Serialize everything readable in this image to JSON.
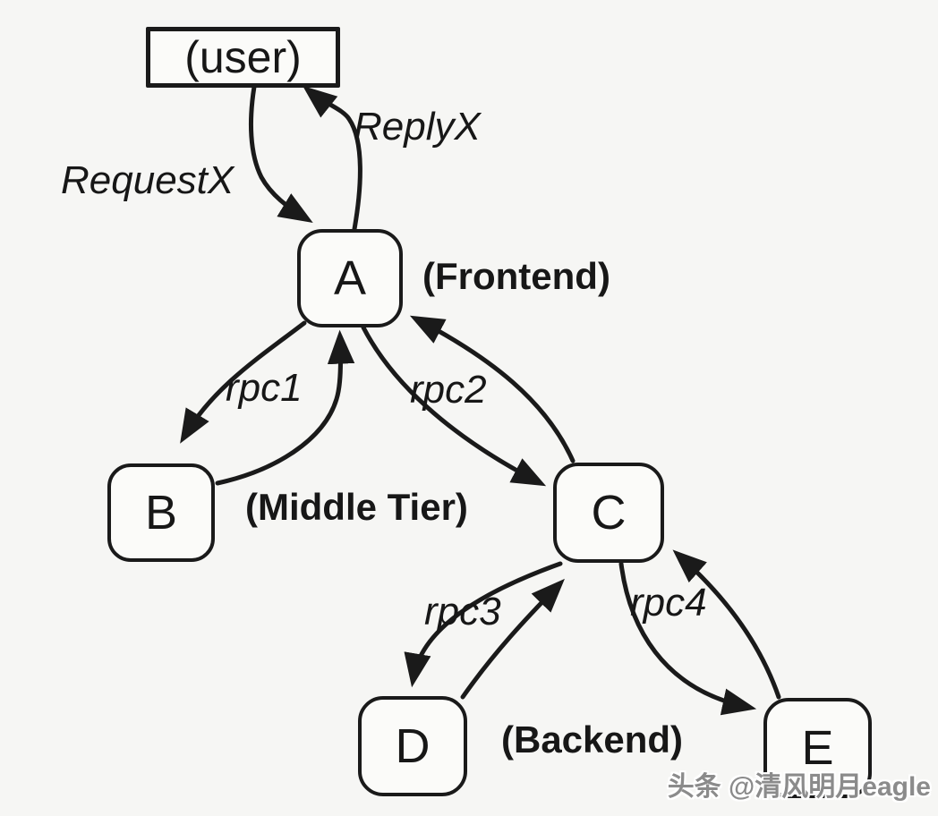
{
  "nodes": [
    {
      "id": "user",
      "label": "(user)"
    },
    {
      "id": "A",
      "label": "A"
    },
    {
      "id": "B",
      "label": "B"
    },
    {
      "id": "C",
      "label": "C"
    },
    {
      "id": "D",
      "label": "D"
    },
    {
      "id": "E",
      "label": "E"
    }
  ],
  "tier_labels": {
    "frontend": "(Frontend)",
    "middle": "(Middle Tier)",
    "backend": "(Backend)"
  },
  "edge_labels": {
    "request": "RequestX",
    "reply": "ReplyX",
    "rpc1": "rpc1",
    "rpc2": "rpc2",
    "rpc3": "rpc3",
    "rpc4": "rpc4"
  },
  "edges": [
    {
      "from": "user",
      "to": "A",
      "label": "RequestX"
    },
    {
      "from": "A",
      "to": "user",
      "label": "ReplyX"
    },
    {
      "from": "A",
      "to": "B",
      "label": "rpc1"
    },
    {
      "from": "B",
      "to": "A",
      "label": "rpc1"
    },
    {
      "from": "A",
      "to": "C",
      "label": "rpc2"
    },
    {
      "from": "C",
      "to": "A",
      "label": "rpc2"
    },
    {
      "from": "C",
      "to": "D",
      "label": "rpc3"
    },
    {
      "from": "D",
      "to": "C",
      "label": "rpc3"
    },
    {
      "from": "C",
      "to": "E",
      "label": "rpc4"
    },
    {
      "from": "E",
      "to": "C",
      "label": "rpc4"
    }
  ],
  "colors": {
    "ink": "#1a1a1a",
    "background": "#f6f6f4",
    "watermark_gray": "#8b8b8b"
  },
  "watermark": {
    "text": "头条 @清风明月eagle"
  }
}
